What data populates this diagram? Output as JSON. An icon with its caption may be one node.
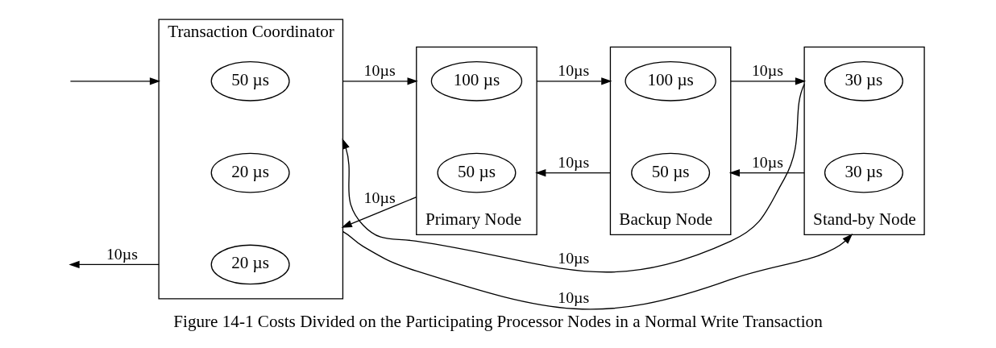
{
  "diagram": {
    "caption": "Figure 14-1 Costs Divided on the Participating Processor Nodes in a Normal Write Transaction",
    "nodes": [
      {
        "text": [
          "Transaction Coordinator"
        ]
      },
      {
        "text": [
          "50 µs"
        ],
        "in": 0
      },
      {
        "text": [
          "20 µs"
        ],
        "in": 0
      },
      {
        "text": [
          "20 µs"
        ],
        "in": 0
      },
      {
        "text": [
          "Primary Node"
        ]
      },
      {
        "text": [
          "100 µs"
        ],
        "in": 4
      },
      {
        "text": [
          "50 µs"
        ],
        "in": 4
      },
      {
        "text": [
          "Backup Node"
        ]
      },
      {
        "text": [
          "100 µs"
        ],
        "in": 7
      },
      {
        "text": [
          "50 µs"
        ],
        "in": 7
      },
      {
        "text": [
          "Stand-by Node"
        ]
      },
      {
        "text": [
          "30 µs"
        ],
        "in": 10
      },
      {
        "text": [
          "30 µs"
        ],
        "in": 10
      }
    ],
    "edges": [
      {
        "from": null,
        "to": 0,
        "arrow": "to"
      },
      {
        "from": 0,
        "to": null,
        "arrow": "to",
        "label": "10µs"
      },
      {
        "from": 0,
        "to": 4,
        "arrow": "to",
        "label": "10µs"
      },
      {
        "from": 4,
        "to": 0,
        "arrow": "to",
        "label": "10µs"
      },
      {
        "from": 4,
        "to": 7,
        "arrow": "to",
        "label": "10µs"
      },
      {
        "from": 7,
        "to": 4,
        "arrow": "to",
        "label": "10µs"
      },
      {
        "from": 7,
        "to": 10,
        "arrow": "to",
        "label": "10µs"
      },
      {
        "from": 10,
        "to": 7,
        "arrow": "to",
        "label": "10µs"
      },
      {
        "from": 10,
        "to": 0,
        "arrow": "to",
        "label": "10µs"
      },
      {
        "from": 0,
        "to": 10,
        "arrow": "to",
        "label": "10µs"
      }
    ]
  }
}
